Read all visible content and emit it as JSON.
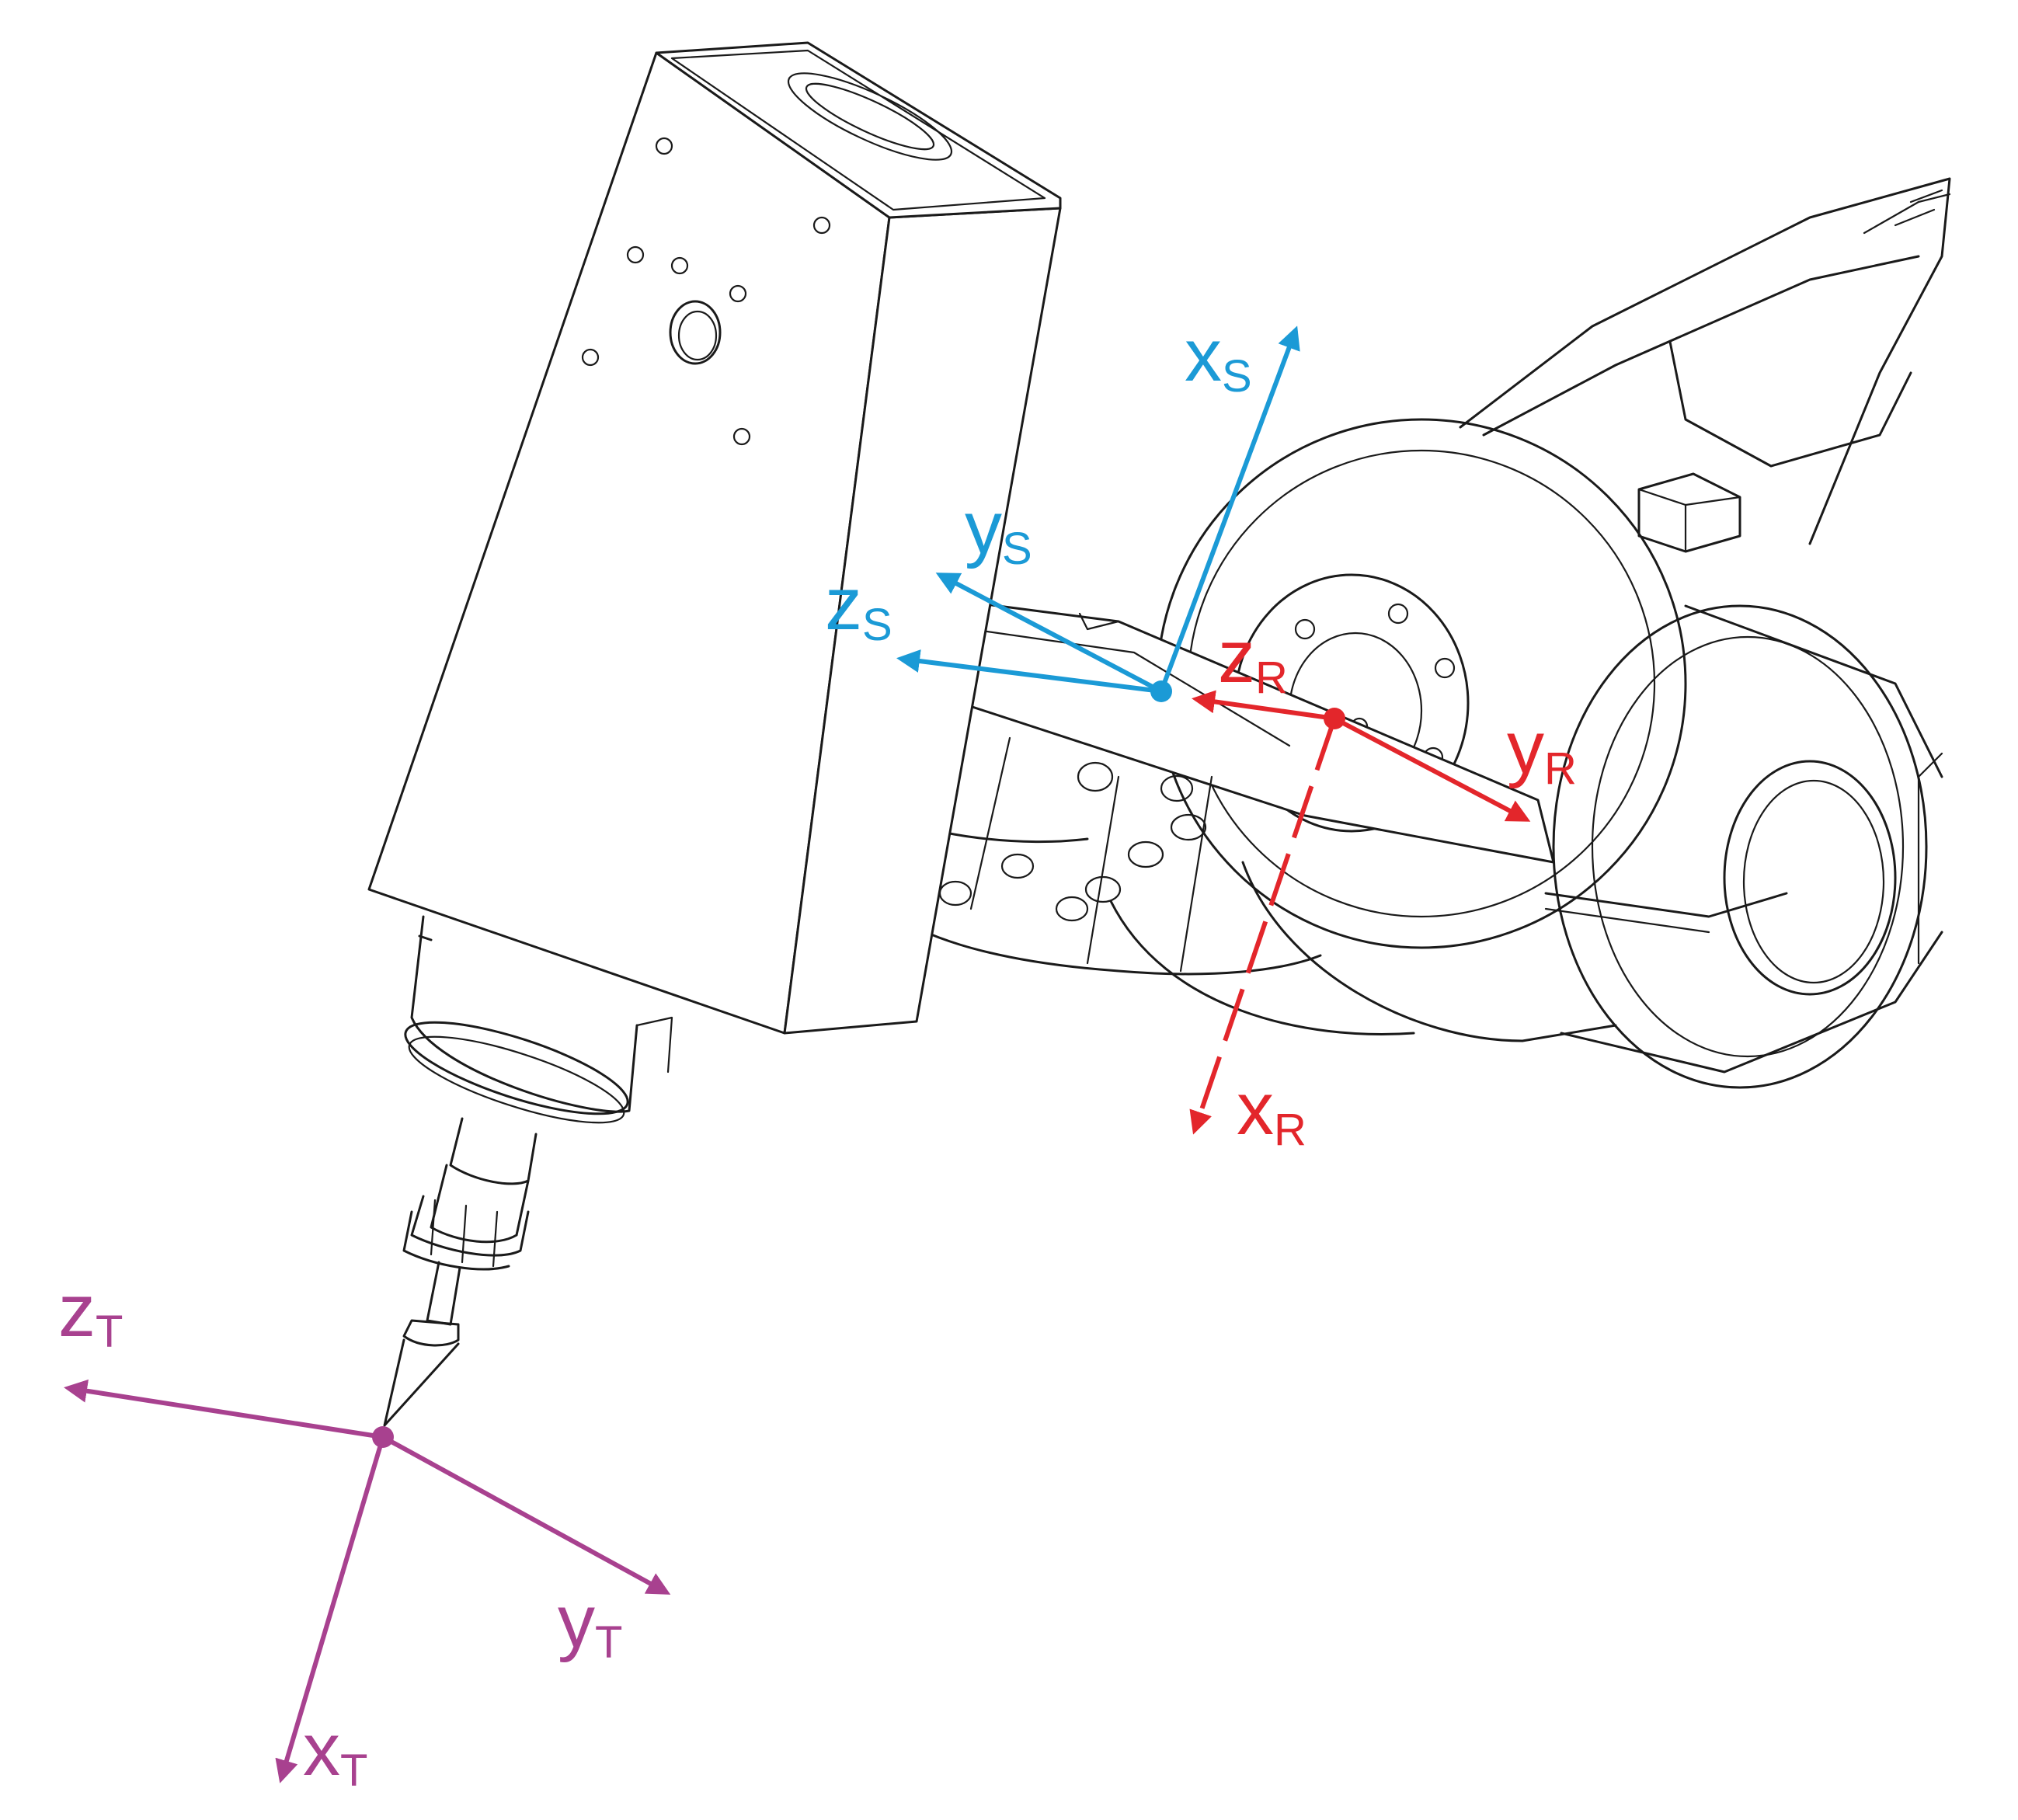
{
  "colors": {
    "sensor": "#1b9ad6",
    "robot": "#e3262b",
    "tool": "#a8418f",
    "line_art": "#1a1a1a"
  },
  "frames": {
    "sensor": {
      "x": {
        "main": "x",
        "sub": "S"
      },
      "y": {
        "main": "y",
        "sub": "S"
      },
      "z": {
        "main": "z",
        "sub": "S"
      }
    },
    "robot": {
      "x": {
        "main": "x",
        "sub": "R"
      },
      "y": {
        "main": "y",
        "sub": "R"
      },
      "z": {
        "main": "z",
        "sub": "R"
      }
    },
    "tool": {
      "x": {
        "main": "x",
        "sub": "T"
      },
      "y": {
        "main": "y",
        "sub": "T"
      },
      "z": {
        "main": "z",
        "sub": "T"
      }
    }
  }
}
